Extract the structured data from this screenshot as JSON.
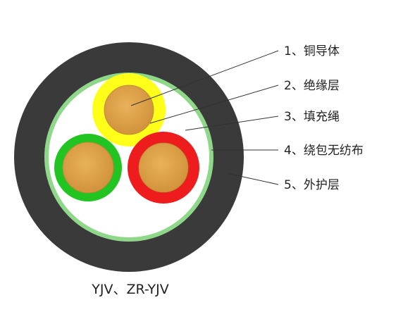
{
  "diagram": {
    "labels": [
      {
        "text": "1、铜导体",
        "part": "copper-conductor"
      },
      {
        "text": "2、绝缘层",
        "part": "insulation"
      },
      {
        "text": "3、填充绳",
        "part": "filler-rope"
      },
      {
        "text": "4、绕包无纺布",
        "part": "nonwoven-wrap"
      },
      {
        "text": "5、外护层",
        "part": "outer-sheath"
      }
    ],
    "caption": "YJV、ZR-YJV",
    "colors": {
      "outer_sheath": "#3a3a3a",
      "wrap_ring": "#8fd88a",
      "filler": "#ffffff",
      "copper": "#dba04a",
      "insulation_yellow": "#ffff1a",
      "insulation_green": "#22c422",
      "insulation_red": "#ee1c1c",
      "leader_line": "#333333"
    }
  }
}
